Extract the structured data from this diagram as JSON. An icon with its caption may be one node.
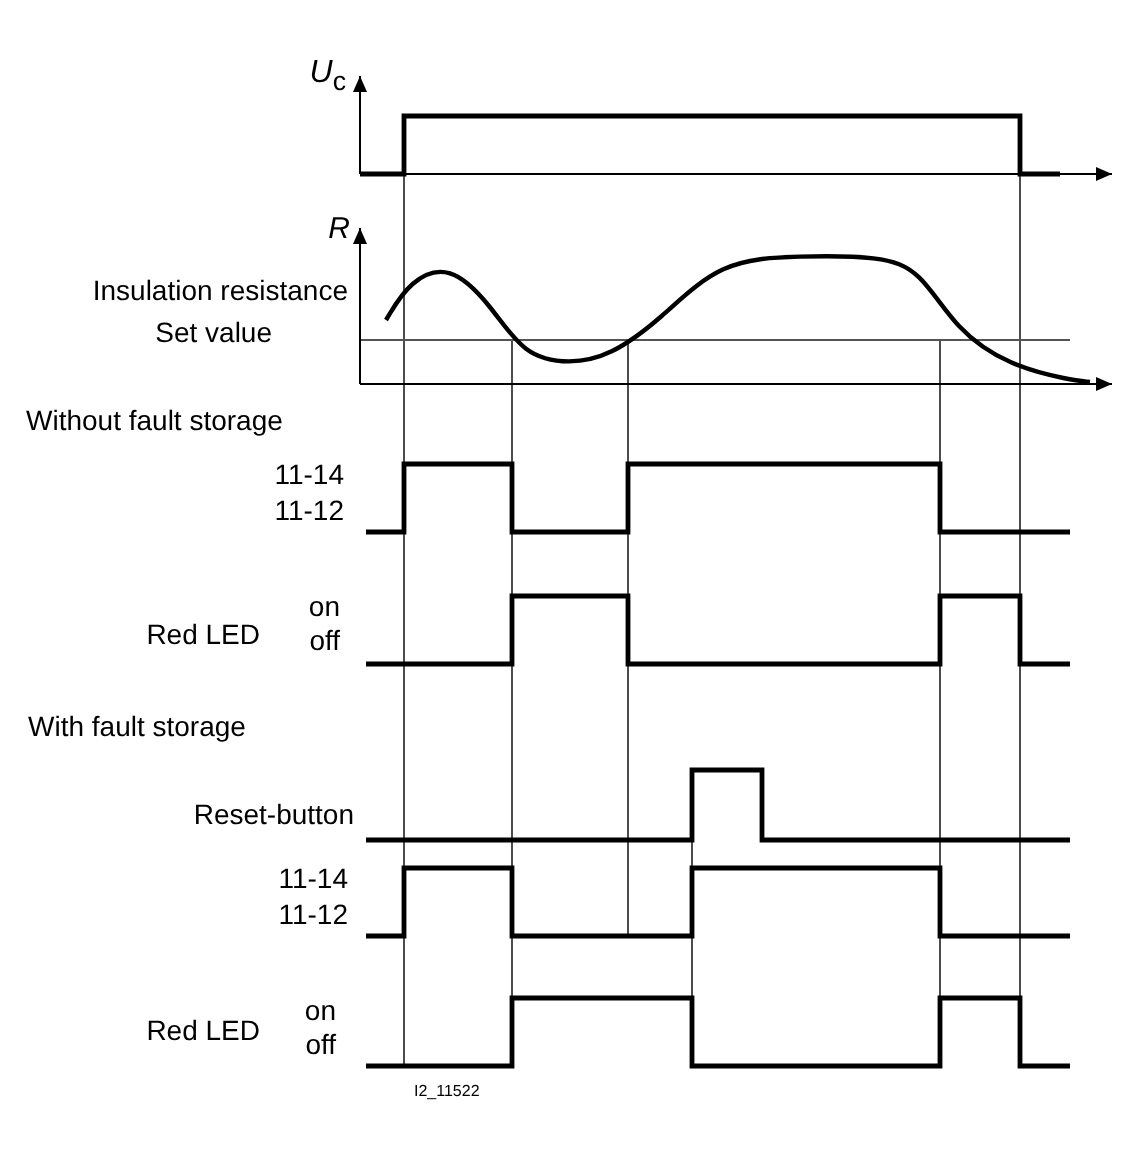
{
  "diagram": {
    "labels": [
      "*U*$_{c}$",
      "R",
      "Insulation resistance",
      "Set value",
      "Without fault storage",
      "11-14",
      "11-12",
      "Red LED",
      "on",
      "off",
      "With fault storage",
      "Reset-button",
      "11-14",
      "11-12",
      "Red LED",
      "on",
      "off",
      "I2_11522"
    ]
  }
}
